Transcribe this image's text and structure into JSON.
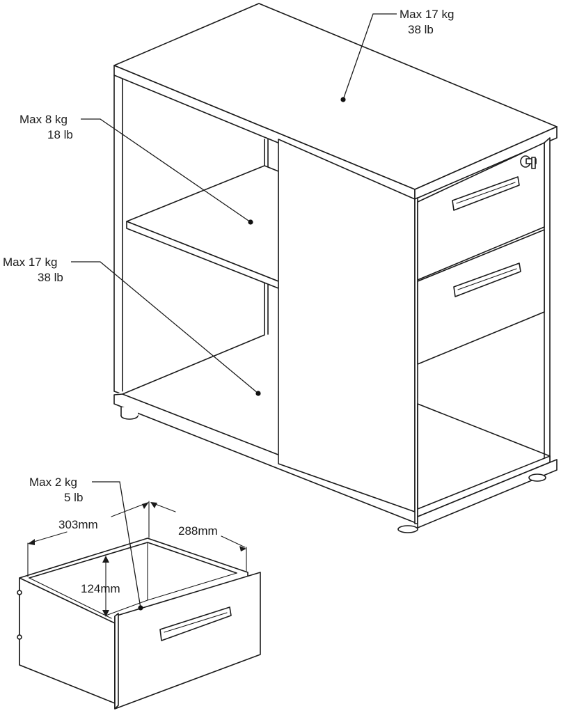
{
  "load_labels": {
    "top": {
      "kg": "Max 17 kg",
      "lb": "38 lb"
    },
    "shelf": {
      "kg": "Max 8 kg",
      "lb": "18 lb"
    },
    "bottom": {
      "kg": "Max 17 kg",
      "lb": "38 lb"
    },
    "drawer": {
      "kg": "Max 2 kg",
      "lb": "5 lb"
    }
  },
  "dimensions": {
    "width": "303mm",
    "depth": "288mm",
    "height": "124mm"
  },
  "colors": {
    "line": "#1a1a1a",
    "background": "#ffffff"
  }
}
